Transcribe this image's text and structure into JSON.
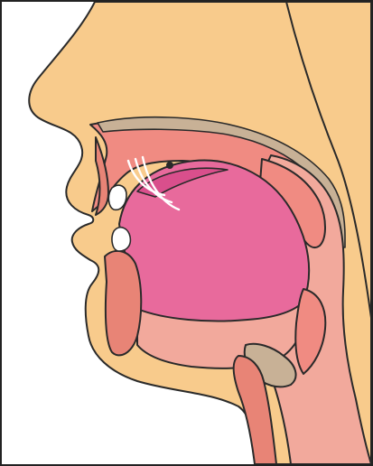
{
  "diagram": {
    "subject": "vocal-tract-midsagittal-section",
    "colors": {
      "skin": "#f8cb8c",
      "oral_cavity": "#f08b82",
      "palate_tissue": "#f2a99c",
      "tongue": "#e86a9c",
      "tongue_top": "#d94f8c",
      "bone": "#c8b196",
      "teeth": "#ffffff",
      "lip": "#e88476",
      "wave_lines": "#ffffff",
      "outline": "#2a2a2a",
      "frame_border": "#222222",
      "background": "#ffffff"
    },
    "airflow_marker": {
      "icon": "sound-wave-arcs",
      "arc_count": 3
    }
  }
}
